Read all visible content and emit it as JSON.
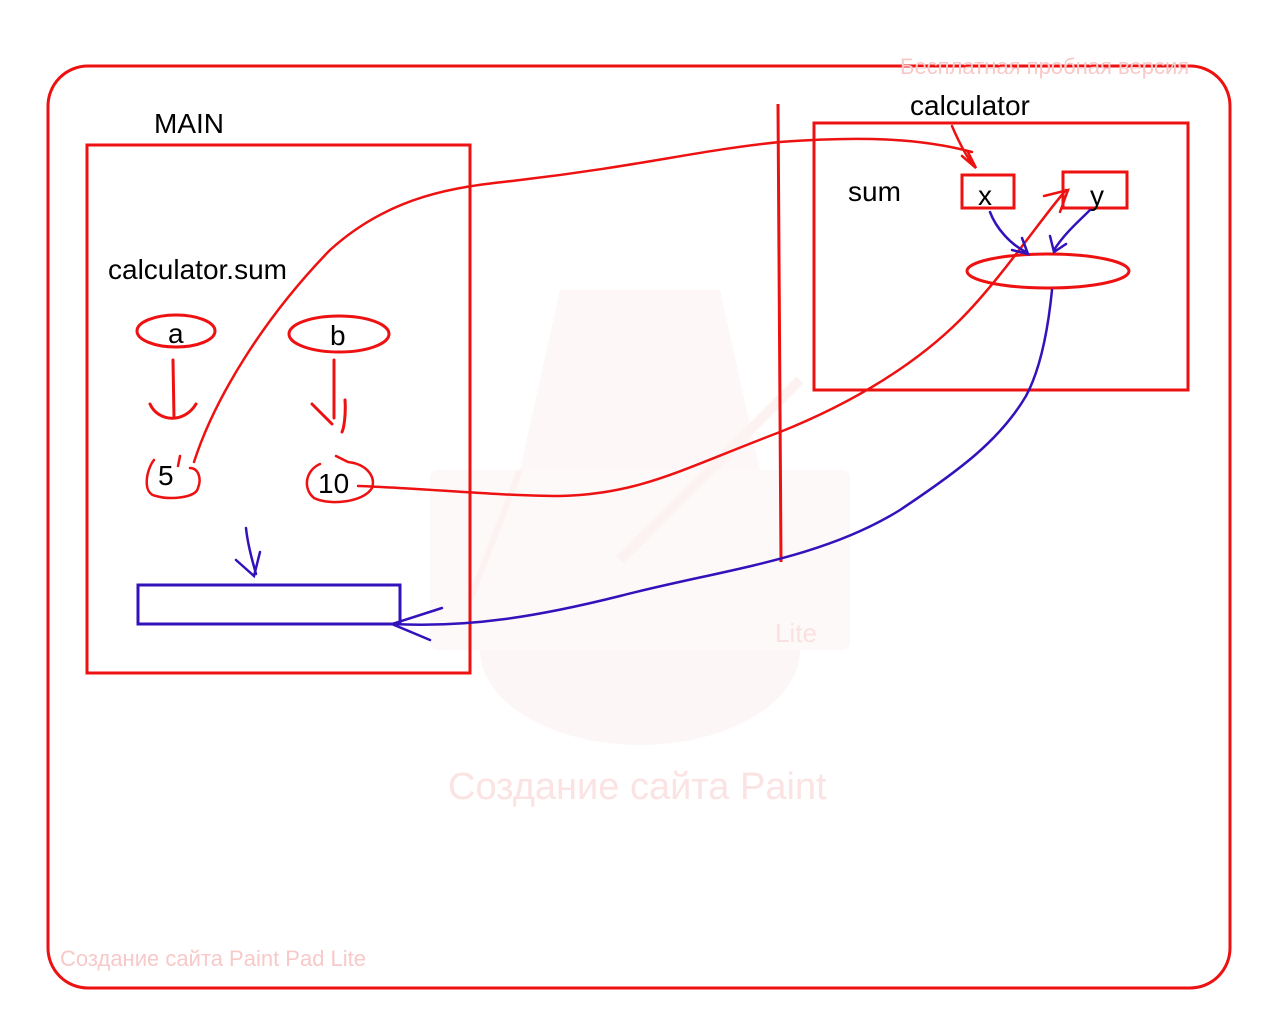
{
  "colors": {
    "red_ink": "#ee1111",
    "blue_ink": "#3311bb",
    "watermark": "#f7c9c9"
  },
  "watermarks": {
    "top_right": "Бесплатная пробная версия",
    "center": "Создание сайта Paint",
    "bottom_left": "Создание сайта Paint Pad Lite",
    "logo_badge": "Lite"
  },
  "main_box": {
    "title": "MAIN",
    "call_label": "calculator.sum",
    "param_a": "a",
    "param_b": "b",
    "value_a": "5",
    "value_b": "10"
  },
  "calculator_box": {
    "title": "calculator",
    "method_label": "sum",
    "param_x": "x",
    "param_y": "y"
  }
}
